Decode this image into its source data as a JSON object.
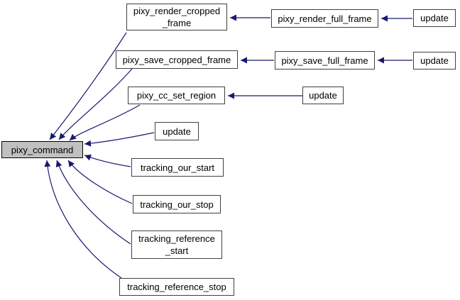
{
  "diagram": {
    "type": "doxygen-caller-graph",
    "main_function": "pixy_command",
    "colors": {
      "background": "#ffffff",
      "edge": "#191970",
      "node_fill": "#ffffff",
      "node_border": "#404040",
      "main_node_fill": "#c0c0c0",
      "text": "#000000"
    },
    "nodes": {
      "pixy_command": "pixy_command",
      "pixy_render_cropped_frame": "pixy_render_cropped\n_frame",
      "pixy_render_full_frame": "pixy_render_full_frame",
      "update_render": "update",
      "pixy_save_cropped_frame": "pixy_save_cropped_frame",
      "pixy_save_full_frame": "pixy_save_full_frame",
      "update_save": "update",
      "pixy_cc_set_region": "pixy_cc_set_region",
      "update_cc": "update",
      "update_direct": "update",
      "tracking_our_start": "tracking_our_start",
      "tracking_our_stop": "tracking_our_stop",
      "tracking_reference_start": "tracking_reference\n_start",
      "tracking_reference_stop": "tracking_reference_stop"
    },
    "edges": [
      {
        "from": "update_render",
        "to": "pixy_render_full_frame"
      },
      {
        "from": "pixy_render_full_frame",
        "to": "pixy_render_cropped_frame"
      },
      {
        "from": "pixy_render_cropped_frame",
        "to": "pixy_command"
      },
      {
        "from": "update_save",
        "to": "pixy_save_full_frame"
      },
      {
        "from": "pixy_save_full_frame",
        "to": "pixy_save_cropped_frame"
      },
      {
        "from": "pixy_save_cropped_frame",
        "to": "pixy_command"
      },
      {
        "from": "update_cc",
        "to": "pixy_cc_set_region"
      },
      {
        "from": "pixy_cc_set_region",
        "to": "pixy_command"
      },
      {
        "from": "update_direct",
        "to": "pixy_command"
      },
      {
        "from": "tracking_our_start",
        "to": "pixy_command"
      },
      {
        "from": "tracking_our_stop",
        "to": "pixy_command"
      },
      {
        "from": "tracking_reference_start",
        "to": "pixy_command"
      },
      {
        "from": "tracking_reference_stop",
        "to": "pixy_command"
      }
    ]
  }
}
